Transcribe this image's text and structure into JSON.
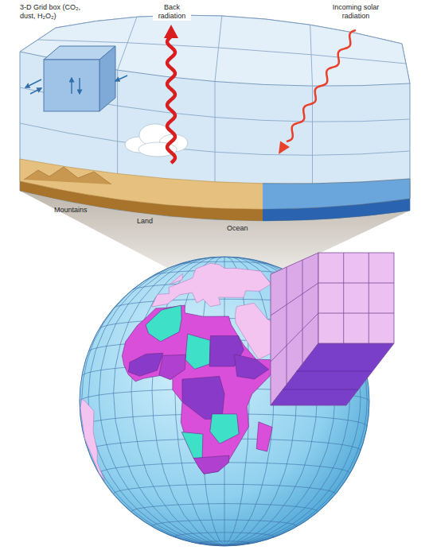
{
  "diagram": {
    "labels": [
      "3-D Grid box (CO₂, dust, H₂O₂)",
      "Back radiation",
      "Incoming solar radiation",
      "Mountains",
      "Land",
      "Ocean"
    ]
  }
}
